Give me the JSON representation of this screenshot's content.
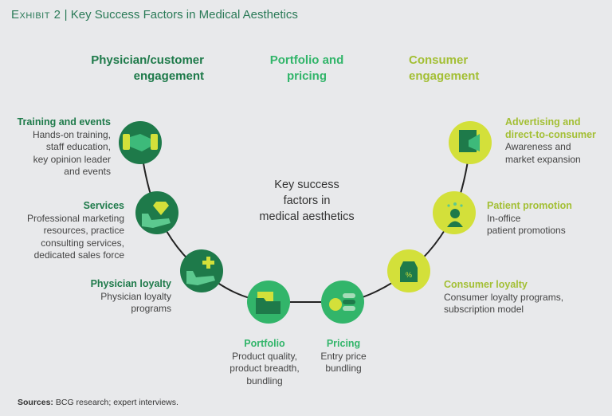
{
  "title": {
    "exhibit": "Exhibit 2",
    "separator": "|",
    "text": "Key Success Factors in Medical Aesthetics"
  },
  "columns": [
    {
      "label_line1": "Physician/customer",
      "label_line2": "engagement"
    },
    {
      "label_line1": "Portfolio and",
      "label_line2": "pricing"
    },
    {
      "label_line1": "Consumer",
      "label_line2": "engagement"
    }
  ],
  "center": {
    "line1": "Key success",
    "line2": "factors in",
    "line3": "medical aesthetics"
  },
  "factors": [
    {
      "title": "Training and events",
      "lines": [
        "Hands-on training,",
        "staff education,",
        "key opinion leader",
        "and events"
      ],
      "icon": "handshake-icon"
    },
    {
      "title": "Services",
      "lines": [
        "Professional marketing",
        "resources, practice",
        "consulting services,",
        "dedicated sales force"
      ],
      "icon": "hand-diamond-icon"
    },
    {
      "title": "Physician loyalty",
      "lines": [
        "Physician loyalty",
        "programs"
      ],
      "icon": "hand-plus-icon"
    },
    {
      "title": "Portfolio",
      "lines": [
        "Product quality,",
        "product breadth,",
        "bundling"
      ],
      "icon": "folder-icon"
    },
    {
      "title": "Pricing",
      "lines": [
        "Entry price",
        "bundling"
      ],
      "icon": "coins-icon"
    },
    {
      "title": "Consumer loyalty",
      "lines": [
        "Consumer loyalty programs,",
        "subscription model"
      ],
      "icon": "price-tag-icon"
    },
    {
      "title": "Patient promotion",
      "lines": [
        "In-office",
        "patient promotions"
      ],
      "icon": "person-stars-icon"
    },
    {
      "title": "Advertising and direct-to-consumer",
      "title_line1": "Advertising and",
      "title_line2": "direct-to-consumer",
      "lines": [
        "Awareness and",
        "market expansion"
      ],
      "icon": "advertising-icon"
    }
  ],
  "sources": {
    "label": "Sources:",
    "text": " BCG research; expert interviews."
  },
  "colors": {
    "dark": "#1e7a4a",
    "mid": "#32b56a",
    "lime": "#d3e03a",
    "background": "#e8e9eb"
  }
}
